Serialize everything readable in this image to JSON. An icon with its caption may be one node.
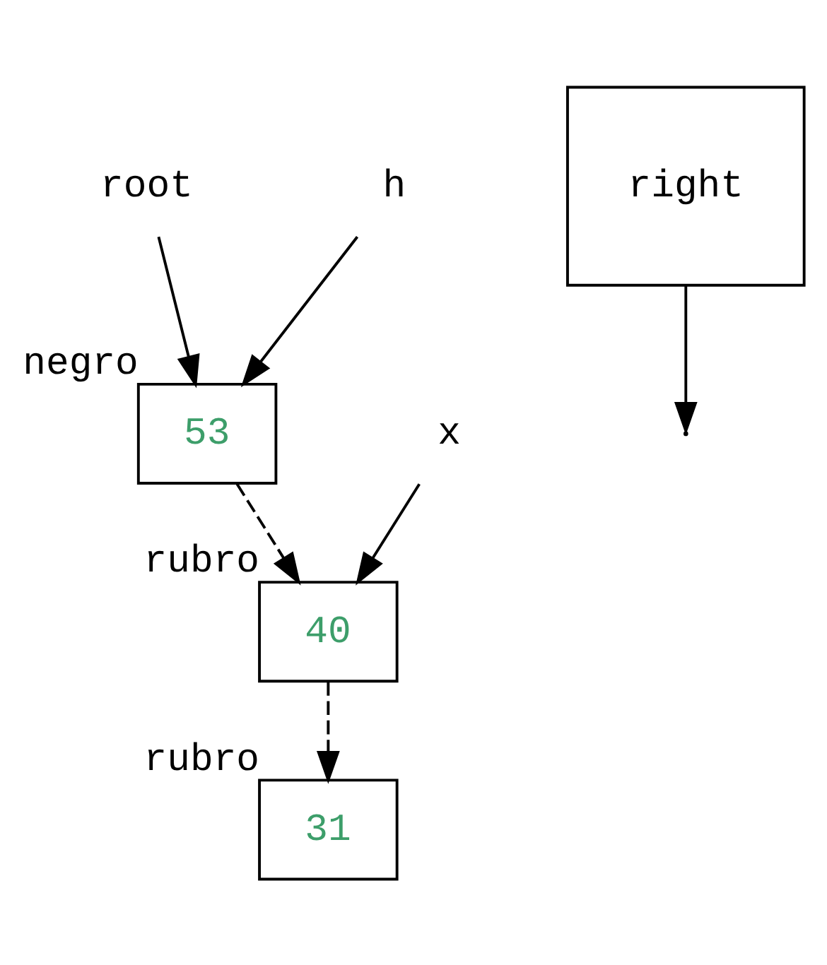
{
  "diagram": {
    "nodes": [
      {
        "text": [
          "root"
        ]
      },
      {
        "text": [
          "h"
        ]
      },
      {
        "text": [
          "53"
        ],
        "beside": [
          "negro"
        ]
      },
      {
        "text": [
          "x"
        ]
      },
      {
        "text": [
          "40"
        ],
        "beside": [
          "rubro"
        ]
      },
      {
        "text": [
          "31"
        ],
        "beside": [
          "rubro"
        ]
      },
      {
        "text": [
          "right"
        ]
      }
    ],
    "edges": [
      {
        "from": 0,
        "to": 2,
        "arrow": "to"
      },
      {
        "from": 1,
        "to": 2,
        "arrow": "to"
      },
      {
        "from": 2,
        "to": 4,
        "arrow": "to",
        "style": "dashed"
      },
      {
        "from": 3,
        "to": 4,
        "arrow": "to"
      },
      {
        "from": 4,
        "to": 5,
        "arrow": "to",
        "style": "dashed"
      },
      {
        "from": 6,
        "to": null,
        "arrow": "to"
      }
    ]
  }
}
